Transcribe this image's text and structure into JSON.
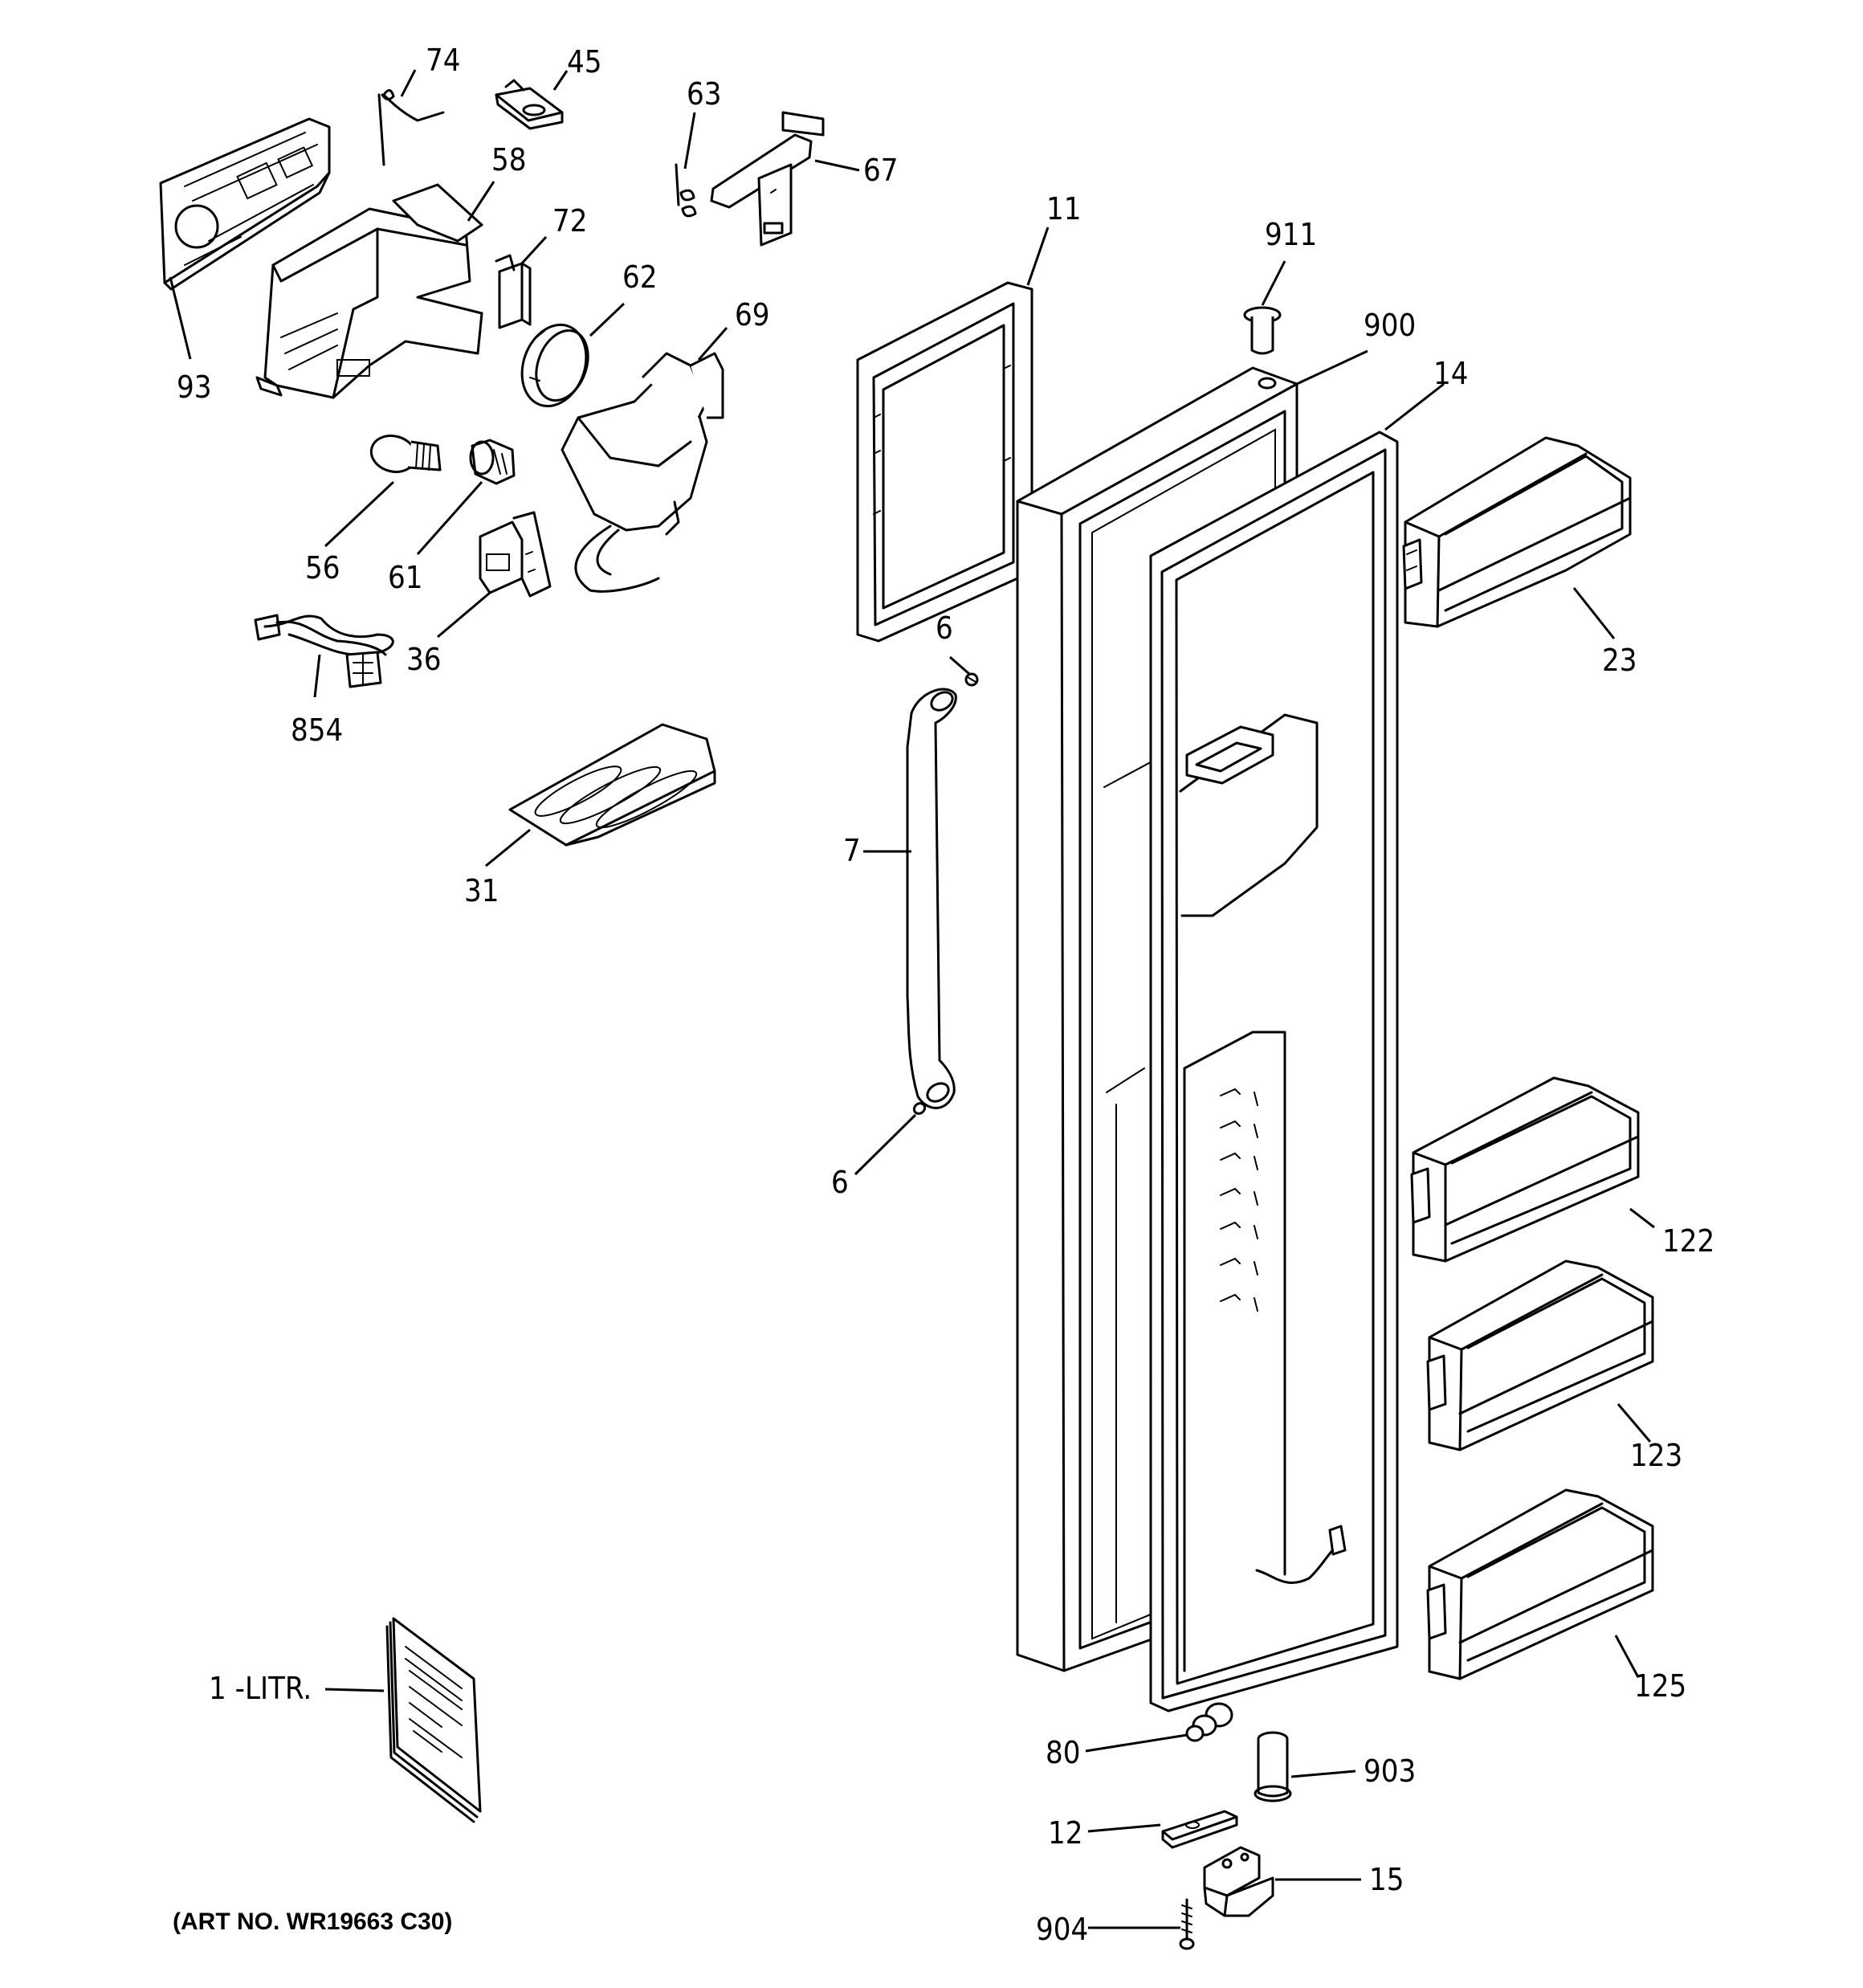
{
  "diagram": {
    "art_number": "(ART NO. WR19663 C30)",
    "labels": {
      "p74": "74",
      "p45": "45",
      "p63": "63",
      "p67": "67",
      "p58": "58",
      "p72": "72",
      "p62": "62",
      "p69": "69",
      "p93": "93",
      "p56": "56",
      "p61": "61",
      "p36": "36",
      "p854": "854",
      "p31": "31",
      "p11": "11",
      "p911": "911",
      "p900": "900",
      "p14": "14",
      "p23": "23",
      "p6a": "6",
      "p7": "7",
      "p6b": "6",
      "p122": "122",
      "p123": "123",
      "p125": "125",
      "p1litr": "1 -LITR.",
      "p80": "80",
      "p903": "903",
      "p12": "12",
      "p15": "15",
      "p904": "904"
    }
  }
}
